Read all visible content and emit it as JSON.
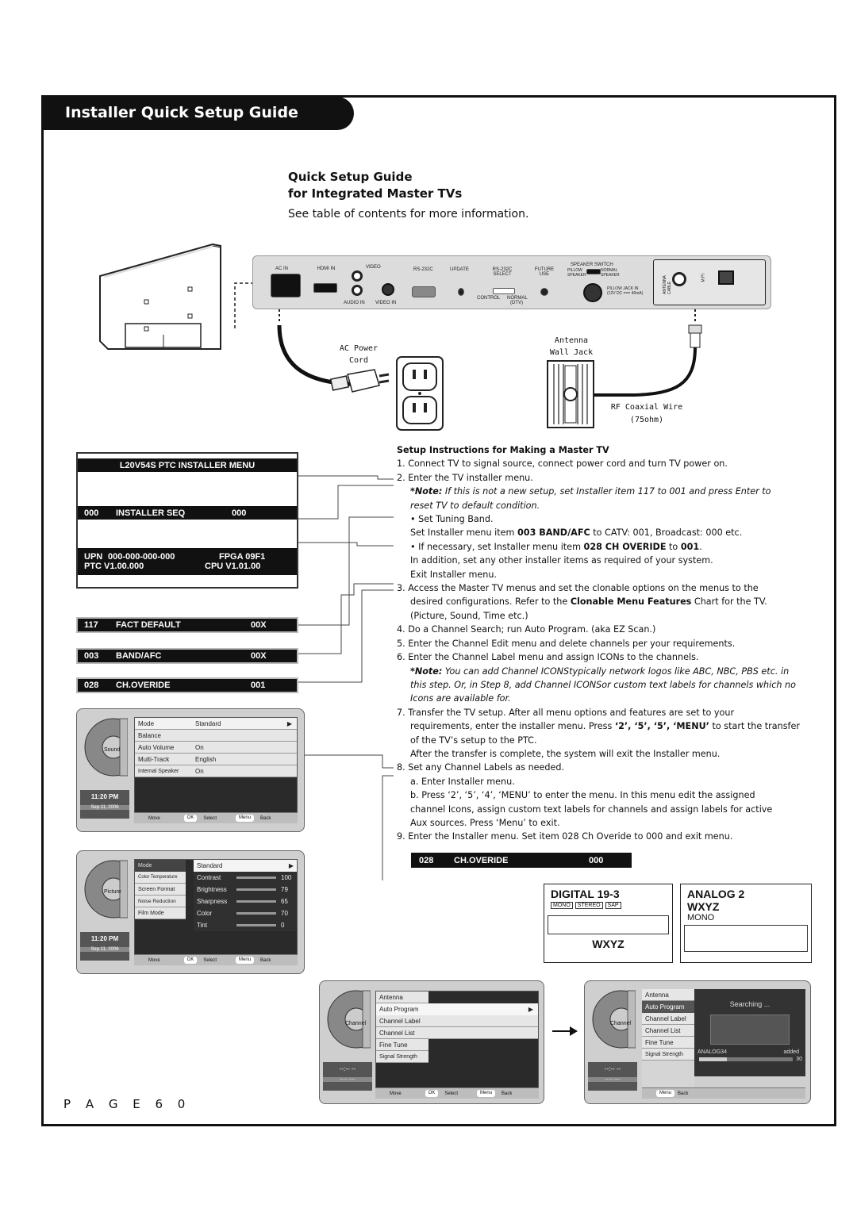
{
  "header": {
    "title": "Installer Quick Setup Guide"
  },
  "intro": {
    "title_line1": "Quick Setup Guide",
    "title_line2": "for Integrated Master TVs",
    "subtitle": "See table of contents for more information."
  },
  "rear_panel": {
    "labels": {
      "ac_in": "AC IN",
      "hdmi_in": "HDMI IN",
      "video": "VIDEO",
      "audio_in": "AUDIO IN",
      "video_in": "VIDEO IN",
      "rs232c": "RS-232C",
      "update": "UPDATE",
      "rs232c_select": "RS-232C SELECT",
      "control": "CONTROL",
      "normal_dtv": "NORMAL (DTV)",
      "future_use": "FUTURE USE",
      "speaker_switch": "SPEAKER SWITCH",
      "pillow_speaker": "PILLOW SPEAKER",
      "normal_speaker": "NORMAL SPEAKER",
      "pillow_jack": "PILLOW JACK IN (12V DC === 40mA)",
      "antenna_cable": "ANTENNA CABLE",
      "mpi": "M.P.I"
    }
  },
  "diagram": {
    "ac_power_cord": "AC Power Cord",
    "antenna_wall_jack": "Antenna Wall Jack",
    "rf_coaxial": "RF Coaxial Wire",
    "rf_ohm": "(75ohm)"
  },
  "installer_menu": {
    "title": "L20V54S PTC INSTALLER MENU",
    "seq": {
      "num": "000",
      "label": "INSTALLER SEQ",
      "value": "000"
    },
    "upn": {
      "label": "UPN",
      "value": "000-000-000-000",
      "fpga": "FPGA 09F1"
    },
    "ptc": {
      "label": "PTC V1.00.000",
      "cpu": "CPU V1.01.00"
    },
    "items": [
      {
        "num": "117",
        "label": "FACT DEFAULT",
        "value": "00X"
      },
      {
        "num": "003",
        "label": "BAND/AFC",
        "value": "00X"
      },
      {
        "num": "028",
        "label": "CH.OVERIDE",
        "value": "001"
      }
    ],
    "final_item": {
      "num": "028",
      "label": "CH.OVERIDE",
      "value": "000"
    }
  },
  "osd_sound": {
    "icon_label": "Sound",
    "rows": [
      {
        "label": "Mode",
        "value": "Standard"
      },
      {
        "label": "Balance",
        "value": ""
      },
      {
        "label": "Auto Volume",
        "value": "On"
      },
      {
        "label": "Multi-Track",
        "value": "English"
      },
      {
        "label": "Internal Speaker",
        "value": "On"
      }
    ],
    "time": "11:20 PM",
    "date": "Sep.11, 2006",
    "footer": {
      "move": "Move",
      "ok": "OK",
      "select": "Select",
      "menu": "Menu",
      "back": "Back"
    }
  },
  "osd_picture": {
    "icon_label": "Picture",
    "left_rows": [
      "Mode",
      "Color Temperature",
      "Screen Format",
      "Noise Reduction",
      "Film Mode"
    ],
    "right_rows": [
      {
        "label": "Standard",
        "value": ""
      },
      {
        "label": "Contrast",
        "value": "100"
      },
      {
        "label": "Brightness",
        "value": "79"
      },
      {
        "label": "Sharpness",
        "value": "65"
      },
      {
        "label": "Color",
        "value": "70"
      },
      {
        "label": "Tint",
        "value": "0"
      }
    ],
    "time": "11:20 PM",
    "date": "Sep.11, 2006",
    "footer": {
      "move": "Move",
      "ok": "OK",
      "select": "Select",
      "menu": "Menu",
      "back": "Back"
    }
  },
  "instructions": {
    "heading": "Setup Instructions for Making a Master TV",
    "s1": "1. Connect TV to signal source, connect power cord and turn TV power on.",
    "s2": "2. Enter the TV installer menu.",
    "s2_note_a": "*Note:",
    "s2_note_b": " If this is not a new setup, set Installer item 117 to 001 and press Enter to",
    "s2_note_c": "reset TV to default condition.",
    "s2_b1": "• Set Tuning Band.",
    "s2_b1a": "Set Installer menu item ",
    "s2_b1b": "003 BAND/AFC",
    "s2_b1c": " to CATV: 001, Broadcast: 000 etc.",
    "s2_b2a": "• If necessary, set Installer menu item ",
    "s2_b2b": "028 CH OVERIDE",
    "s2_b2c": " to ",
    "s2_b2d": "001",
    "s2_b2e": ".",
    "s2_b3": "In addition, set any other installer items as required of your system.",
    "s2_b4": "Exit Installer menu.",
    "s3a": "3. Access the Master TV menus and set the clonable options on the menus to the",
    "s3b_1": "desired configurations. Refer to the ",
    "s3b_2": "Clonable Menu Features",
    "s3b_3": " Chart for the TV.",
    "s3c": "(Picture, Sound, Time etc.)",
    "s4": "4. Do a Channel Search; run Auto Program. (aka EZ Scan.)",
    "s5": "5. Enter the Channel Edit menu and delete channels per your requirements.",
    "s6": "6. Enter the Channel Label menu and assign ICONs to the channels.",
    "s6_note_a": "*Note:",
    "s6_note_b": " You can add Channel ICONStypically network logos like ABC, NBC, PBS etc. in",
    "s6_note_c": "this step. Or, in Step 8, add Channel ICONSor custom text labels for channels which no",
    "s6_note_d": "Icons are available for.",
    "s7a": "7. Transfer the TV setup.  After all menu options and features are set to your",
    "s7b_1": "requirements, enter the installer menu. Press ",
    "s7b_2": "‘2’, ‘5’, ‘5’, ‘MENU’",
    "s7b_3": " to start the transfer",
    "s7c": "of the TV’s setup to the PTC.",
    "s7d": "After the transfer is complete, the system will exit the Installer menu.",
    "s8": "8. Set any Channel Labels as needed.",
    "s8a": "a. Enter Installer menu.",
    "s8b1": "b. Press ‘2’, ‘5’, ‘4’, ‘MENU’ to enter the menu. In this menu edit the assigned",
    "s8b2": "channel Icons, assign custom text labels for channels and assign labels for active",
    "s8b3": "Aux sources. Press ‘Menu’ to exit.",
    "s9": "9. Enter the Installer menu. Set item 028 Ch Overide to 000 and exit menu."
  },
  "status_digital": {
    "channel": "DIGITAL 19-3",
    "badges": [
      "MONO",
      "STEREO",
      "SAP"
    ],
    "label": "WXYZ"
  },
  "status_analog": {
    "channel": "ANALOG 2",
    "label": "WXYZ",
    "audio": "MONO"
  },
  "osd_channel": {
    "icon_label": "Channel",
    "rows": [
      "Antenna",
      "Auto Program",
      "Channel Label",
      "Channel List",
      "Fine Tune",
      "Signal Strength"
    ],
    "time": "--:-- --",
    "date": "--.-- ----",
    "footer": {
      "move": "Move",
      "ok": "OK",
      "select": "Select",
      "menu": "Menu",
      "back": "Back"
    }
  },
  "osd_search": {
    "icon_label": "Channel",
    "rows": [
      "Antenna",
      "Auto Program",
      "Channel Label",
      "Channel List",
      "Fine Tune",
      "Signal Strength"
    ],
    "searching": "Searching ...",
    "channel_found": "ANALOG34",
    "status": "added",
    "progress_value": "30",
    "time": "--:-- --",
    "date": "--.-- ----",
    "footer": {
      "menu": "Menu",
      "back": "Back"
    }
  },
  "page": {
    "label": "P A G E   6 0"
  }
}
